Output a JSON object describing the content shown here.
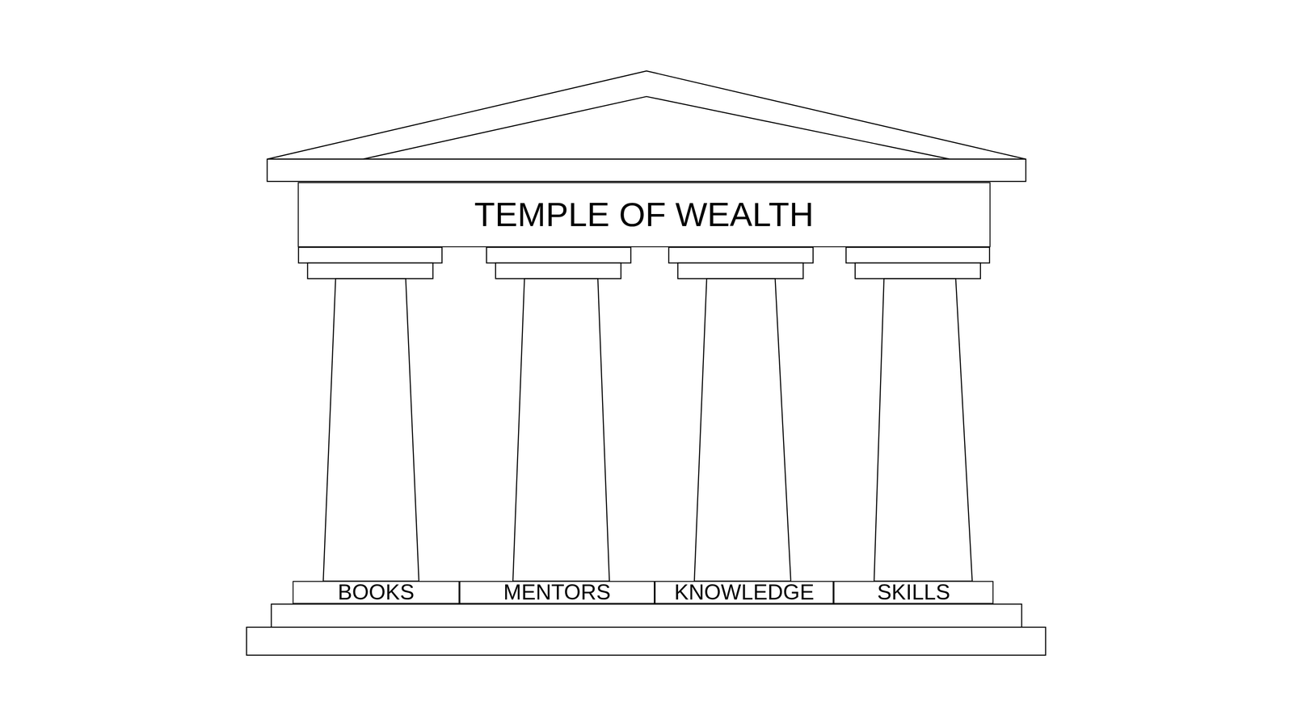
{
  "diagram": {
    "nodes": [
      {
        "text": [
          "TEMPLE OF WEALTH"
        ]
      },
      {
        "text": [
          "BOOKS"
        ]
      },
      {
        "text": [
          "MENTORS"
        ]
      },
      {
        "text": [
          "KNOWLEDGE"
        ]
      },
      {
        "text": [
          "SKILLS"
        ]
      }
    ]
  }
}
